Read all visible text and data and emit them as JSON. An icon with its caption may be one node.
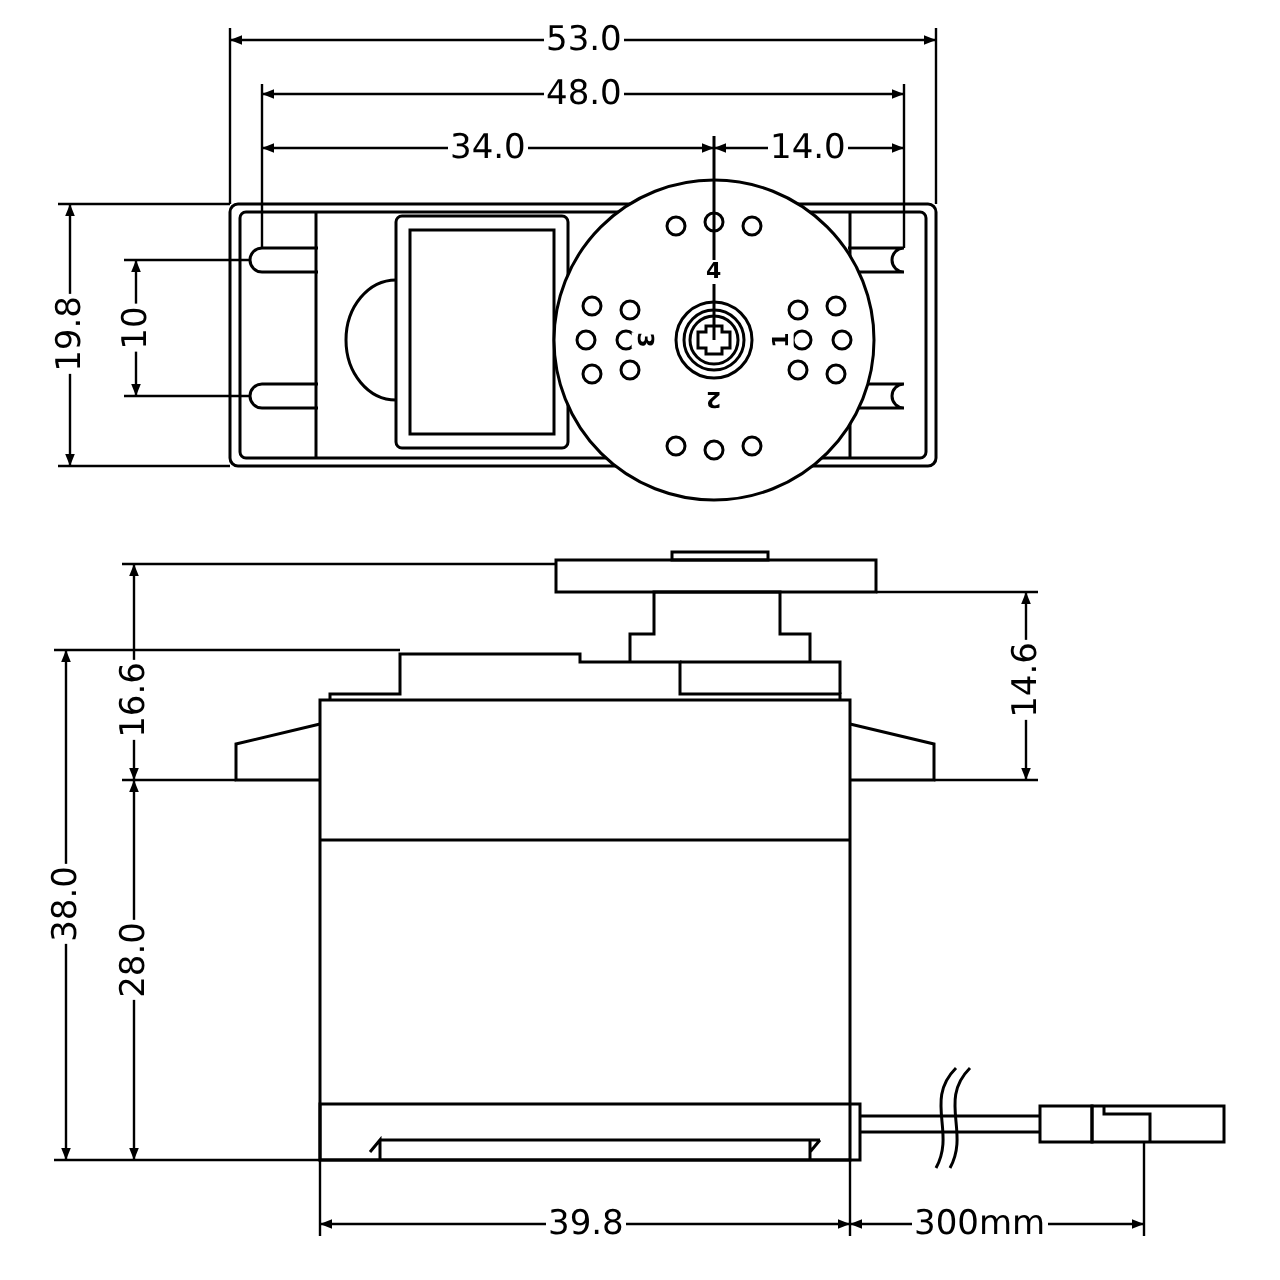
{
  "diagram": {
    "labels": [
      "53.0",
      "48.0",
      "34.0",
      "14.0",
      "19.8",
      "10",
      "4",
      "3",
      "1",
      "2",
      "16.6",
      "14.6",
      "38.0",
      "28.0",
      "39.8",
      "300mm"
    ]
  }
}
